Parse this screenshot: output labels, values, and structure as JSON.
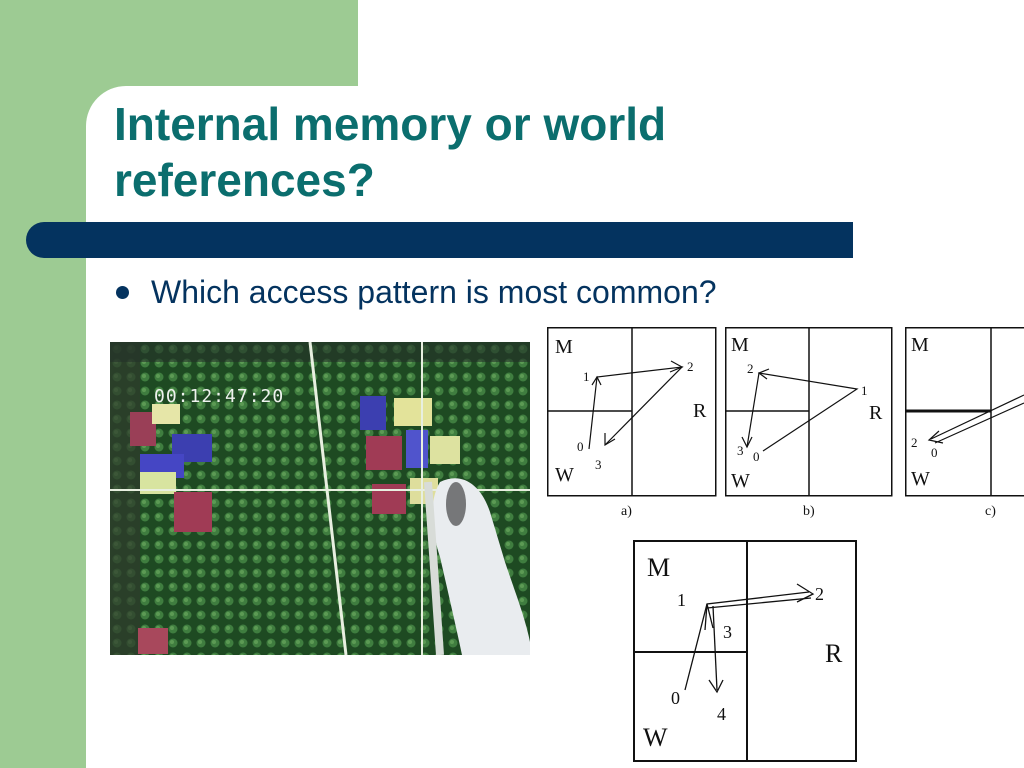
{
  "slide": {
    "title": "Internal memory or world references?",
    "bullet": "Which access pattern is most common?"
  },
  "photo": {
    "timestamp": "00:12:47:20"
  },
  "diagrams": {
    "a": {
      "caption": "a)",
      "M": "M",
      "R": "R",
      "W": "W",
      "n0": "0",
      "n1": "1",
      "n2": "2",
      "n3": "3"
    },
    "b": {
      "caption": "b)",
      "M": "M",
      "R": "R",
      "W": "W",
      "n0": "0",
      "n1": "1",
      "n2": "2",
      "n3": "3"
    },
    "c": {
      "caption": "c)",
      "M": "M",
      "W": "W",
      "n0": "0",
      "n2": "2"
    },
    "d": {
      "M": "M",
      "R": "R",
      "W": "W",
      "n0": "0",
      "n1": "1",
      "n2": "2",
      "n3": "3",
      "n4": "4"
    }
  },
  "colors": {
    "title": "#0b6e6e",
    "accent_bar": "#04335f",
    "side_band": "#9dcb93"
  }
}
